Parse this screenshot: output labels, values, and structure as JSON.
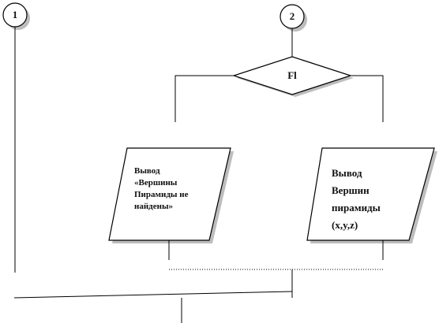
{
  "diagram": {
    "connector_left": "1",
    "connector_right": "2",
    "decision": "Fl",
    "output_left": {
      "line1": "Вывод",
      "line2": "«Вершины",
      "line3": "Пирамиды не",
      "line4": "найдены»"
    },
    "output_right": {
      "line1": "Вывод",
      "line2": "Вершин",
      "line3": "пирамиды",
      "line4": "(x,y,z)"
    }
  }
}
